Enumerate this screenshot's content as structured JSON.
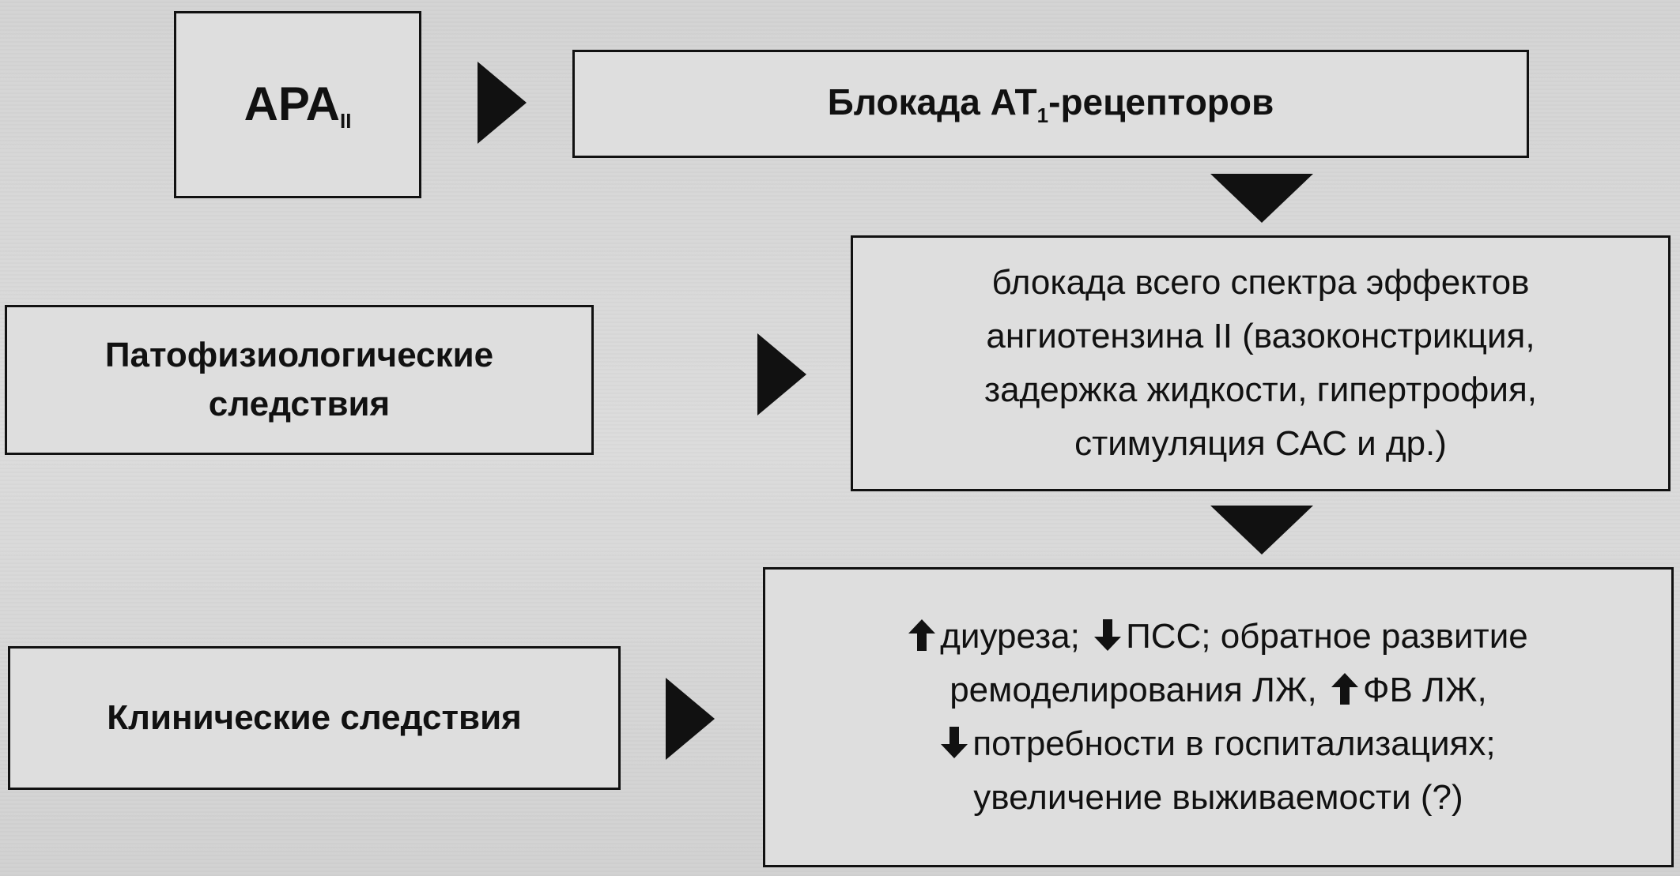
{
  "nodes": {
    "ara": {
      "text": "АРА",
      "sub": "II"
    },
    "blockade": {
      "prefix": "Блокада АТ",
      "sub": "1",
      "suffix": "-рецепторов"
    },
    "patho_label": {
      "line1": "Патофизиологические",
      "line2": "следствия"
    },
    "patho_effects": {
      "line1": "блокада всего спектра эффектов",
      "line2": "ангиотензина II (вазоконстрикция,",
      "line3": "задержка жидкости, гипертрофия,",
      "line4": "стимуляция САС и др.)"
    },
    "clinical_label": {
      "text": "Клинические следствия"
    },
    "clinical_effects": {
      "line1": "диуреза;",
      "line1b": "ПСС; обратное развитие",
      "line2a": "ремоделирования ЛЖ,",
      "line2b": "ФВ ЛЖ,",
      "line3": "потребности в госпитализациях;",
      "line4": "увеличение выживаемости (?)"
    }
  },
  "icons": {
    "up": "arrow-up-icon",
    "down": "arrow-down-icon"
  },
  "colors": {
    "ink": "#111111",
    "box_fill": "#dedede",
    "background": "#d9d9d9"
  }
}
